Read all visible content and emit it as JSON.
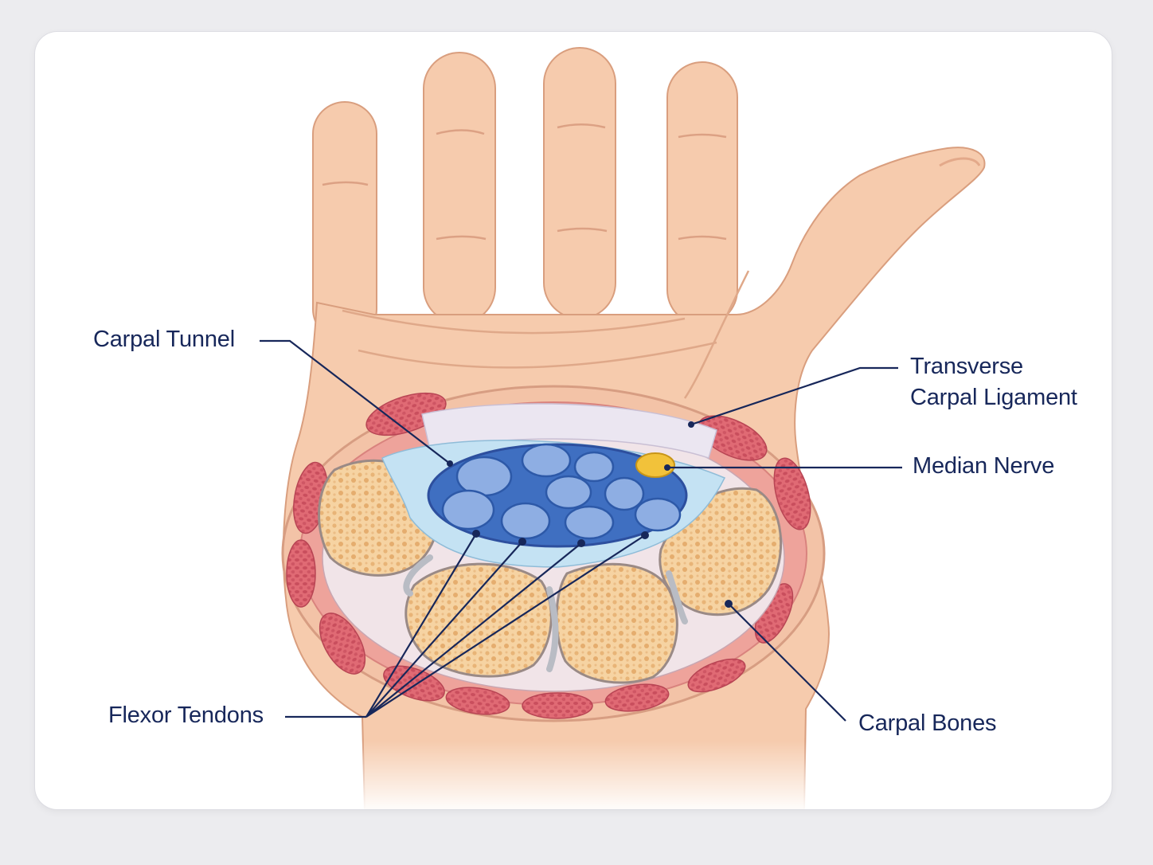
{
  "labels": {
    "carpal_tunnel": "Carpal Tunnel",
    "transverse_line1": "Transverse",
    "transverse_line2": "Carpal Ligament",
    "median_nerve": "Median Nerve",
    "flexor_tendons": "Flexor Tendons",
    "carpal_bones": "Carpal Bones"
  },
  "colors": {
    "skin": "#f6cbad",
    "skin_shade": "#e8ae8c",
    "muscle": "#e7767e",
    "bone": "#f6d2a0",
    "tunnel_blue": "#3f6fc1",
    "tendon": "#8eaee3",
    "nerve": "#f2c23a",
    "ligament": "#ece8f2",
    "leader_line": "#17275a",
    "label_text": "#17275a"
  }
}
